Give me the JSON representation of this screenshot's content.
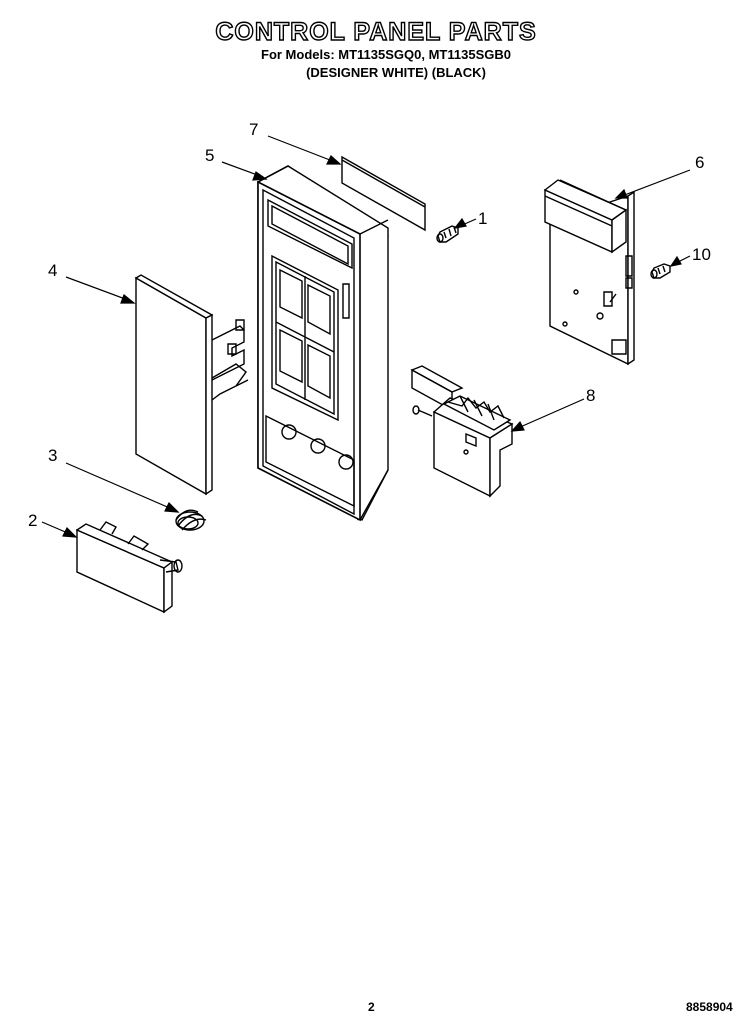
{
  "header": {
    "title": "CONTROL PANEL PARTS",
    "models_line": "For Models: MT1135SGQ0, MT1135SGB0",
    "variants_line": "(DESIGNER WHITE)  (BLACK)"
  },
  "callouts": [
    "1",
    "2",
    "3",
    "4",
    "5",
    "6",
    "7",
    "8",
    "10"
  ],
  "footer": {
    "page_number": "2",
    "document_number": "8858904"
  }
}
